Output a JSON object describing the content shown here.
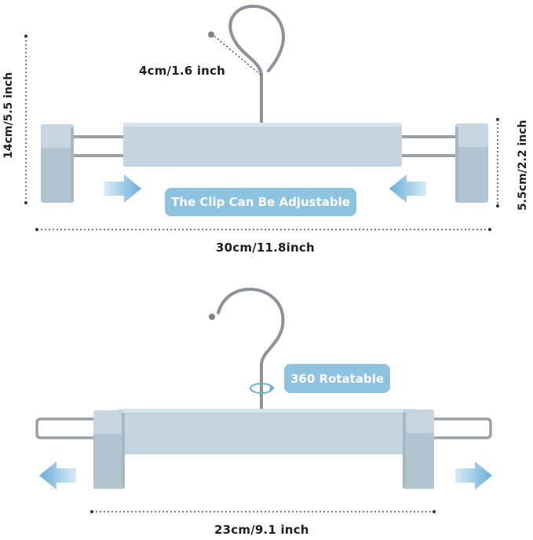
{
  "top_hanger": {
    "hook_dimension": "4cm/1.6 inch",
    "height_dimension": "14cm/5.5 inch",
    "clip_height_dimension": "5.5cm/2.2 inch",
    "width_dimension": "30cm/11.8inch",
    "callout": "The Clip Can Be Adjustable"
  },
  "bottom_hanger": {
    "callout": "360 Rotatable",
    "width_dimension": "23cm/9.1 inch"
  },
  "colors": {
    "hanger_body": "#c4d3de",
    "clip": "#b8c9d6",
    "callout_bg": "#8ec3df",
    "arrow": "#7fb6d8",
    "metal": "#8a8f95"
  }
}
